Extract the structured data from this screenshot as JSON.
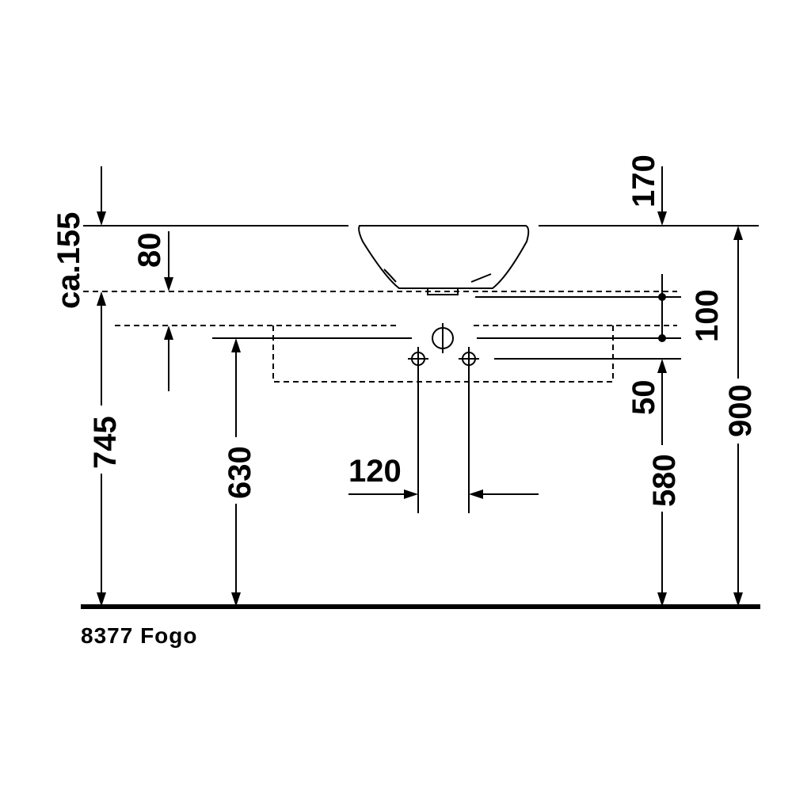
{
  "dimensions": {
    "d170": "170",
    "d155": "ca.155",
    "d80": "80",
    "d100": "100",
    "d50": "50",
    "d900": "900",
    "d745": "745",
    "d630": "630",
    "d580": "580",
    "d120": "120"
  },
  "caption": "8377 Fogo"
}
